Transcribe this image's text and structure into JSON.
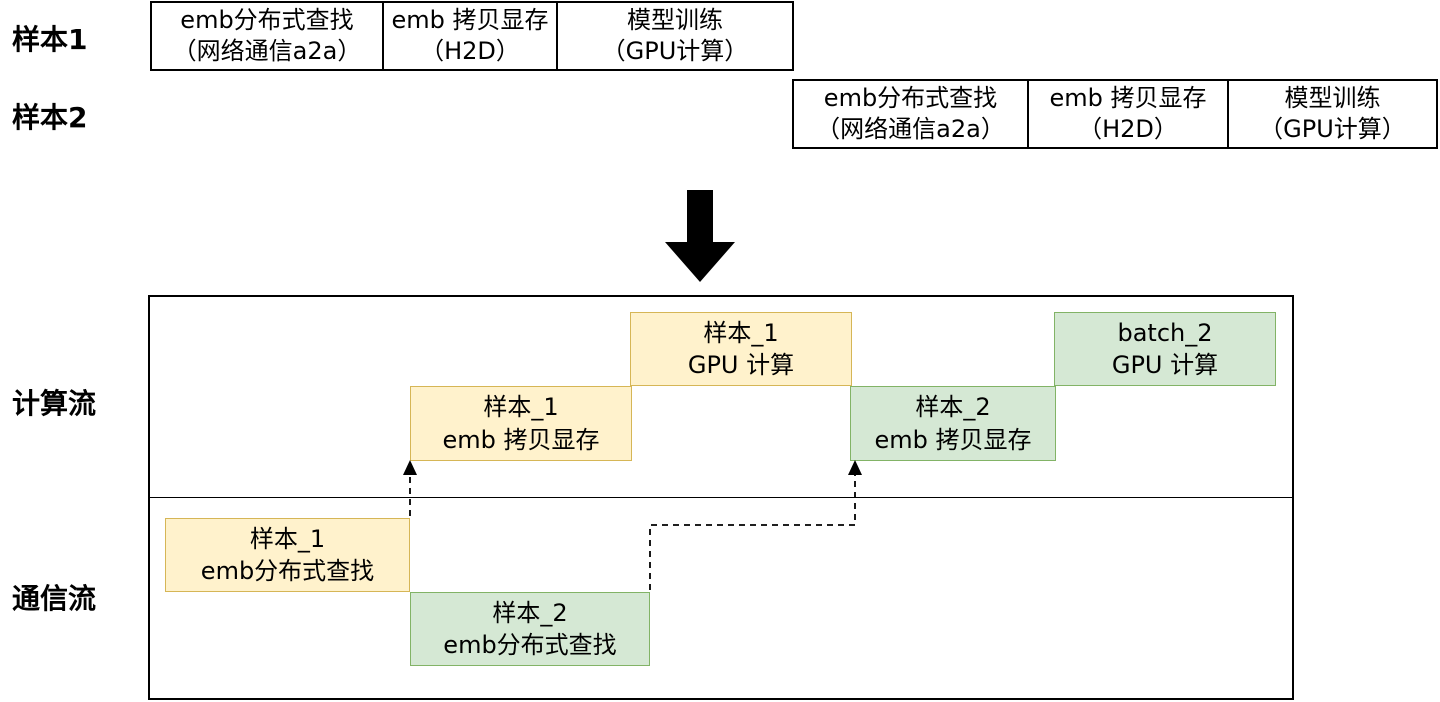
{
  "top": {
    "rows": [
      {
        "label": "样本1",
        "boxes": [
          {
            "line1": "emb分布式查找",
            "line2": "（网络通信a2a）"
          },
          {
            "line1": "emb 拷贝显存",
            "line2": "（H2D）"
          },
          {
            "line1": "模型训练",
            "line2": "（GPU计算）"
          }
        ]
      },
      {
        "label": "样本2",
        "boxes": [
          {
            "line1": "emb分布式查找",
            "line2": "（网络通信a2a）"
          },
          {
            "line1": "emb 拷贝显存",
            "line2": "（H2D）"
          },
          {
            "line1": "模型训练",
            "line2": "（GPU计算）"
          }
        ]
      }
    ]
  },
  "streams": {
    "compute_label": "计算流",
    "comm_label": "通信流",
    "compute_blocks": [
      {
        "line1": "样本_1",
        "line2": "emb 拷贝显存",
        "color": "#FFF2CC"
      },
      {
        "line1": "样本_1",
        "line2": "GPU 计算",
        "color": "#FFF2CC"
      },
      {
        "line1": "样本_2",
        "line2": "emb 拷贝显存",
        "color": "#D5E8D4"
      },
      {
        "line1": "batch_2",
        "line2": "GPU 计算",
        "color": "#D5E8D4"
      }
    ],
    "comm_blocks": [
      {
        "line1": "样本_1",
        "line2": "emb分布式查找",
        "color": "#FFF2CC"
      },
      {
        "line1": "样本_2",
        "line2": "emb分布式查找",
        "color": "#D5E8D4"
      }
    ]
  },
  "colors": {
    "yellow_fill": "#FFF2CC",
    "yellow_border": "#D6B656",
    "green_fill": "#D5E8D4",
    "green_border": "#82B366",
    "line": "#000000"
  }
}
